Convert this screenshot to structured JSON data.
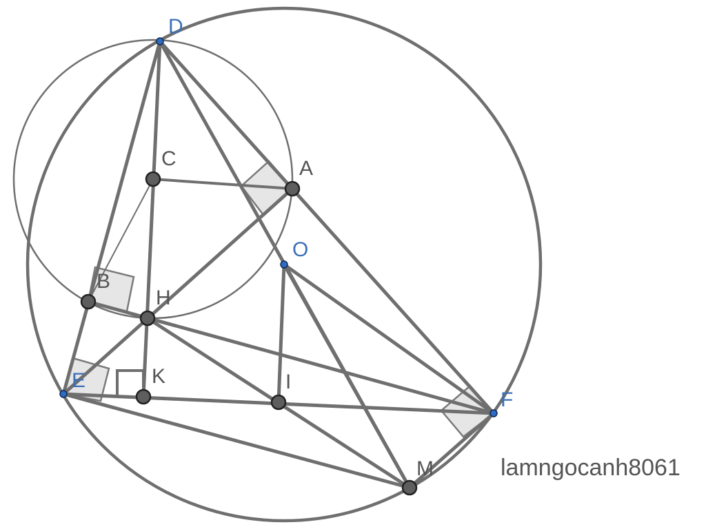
{
  "figure": {
    "points": {
      "D": "D",
      "C": "C",
      "A": "A",
      "O": "O",
      "B": "B",
      "H": "H",
      "E": "E",
      "K": "K",
      "I": "I",
      "F": "F",
      "M": "M"
    },
    "watermark": "lamngocanh8061",
    "colors": {
      "line": "#6f6f6f",
      "point_fill": "#5e5e5e",
      "free_point": "#2f6bbf",
      "label_blue": "#3b6fb6",
      "label_gray": "#555555",
      "right_angle_fill": "#e6e6e6"
    }
  }
}
